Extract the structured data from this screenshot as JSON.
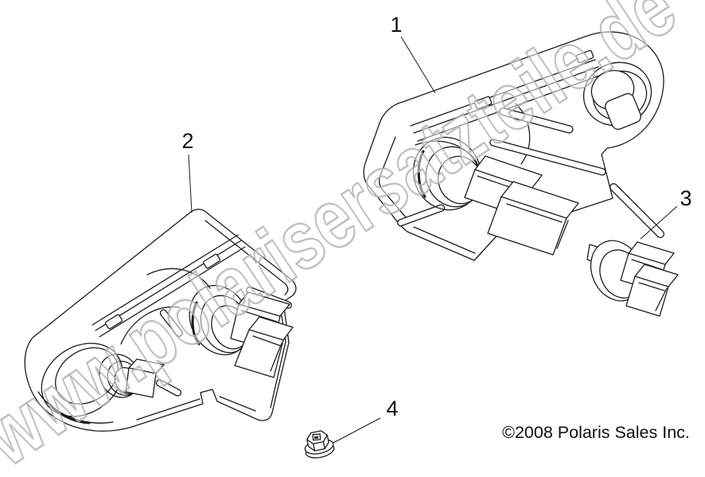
{
  "callouts": [
    {
      "label": "1"
    },
    {
      "label": "2"
    },
    {
      "label": "3"
    },
    {
      "label": "4"
    }
  ],
  "copyright": {
    "text": "©2008 Polaris Sales Inc."
  },
  "watermark": {
    "text": "www.polarisersatzteile.de"
  },
  "colors": {
    "line": "#1c1c1c",
    "text": "#111111",
    "watermark_stroke": "#b0b0b0",
    "watermark_fill": "#ffffff",
    "background": "#ffffff"
  }
}
